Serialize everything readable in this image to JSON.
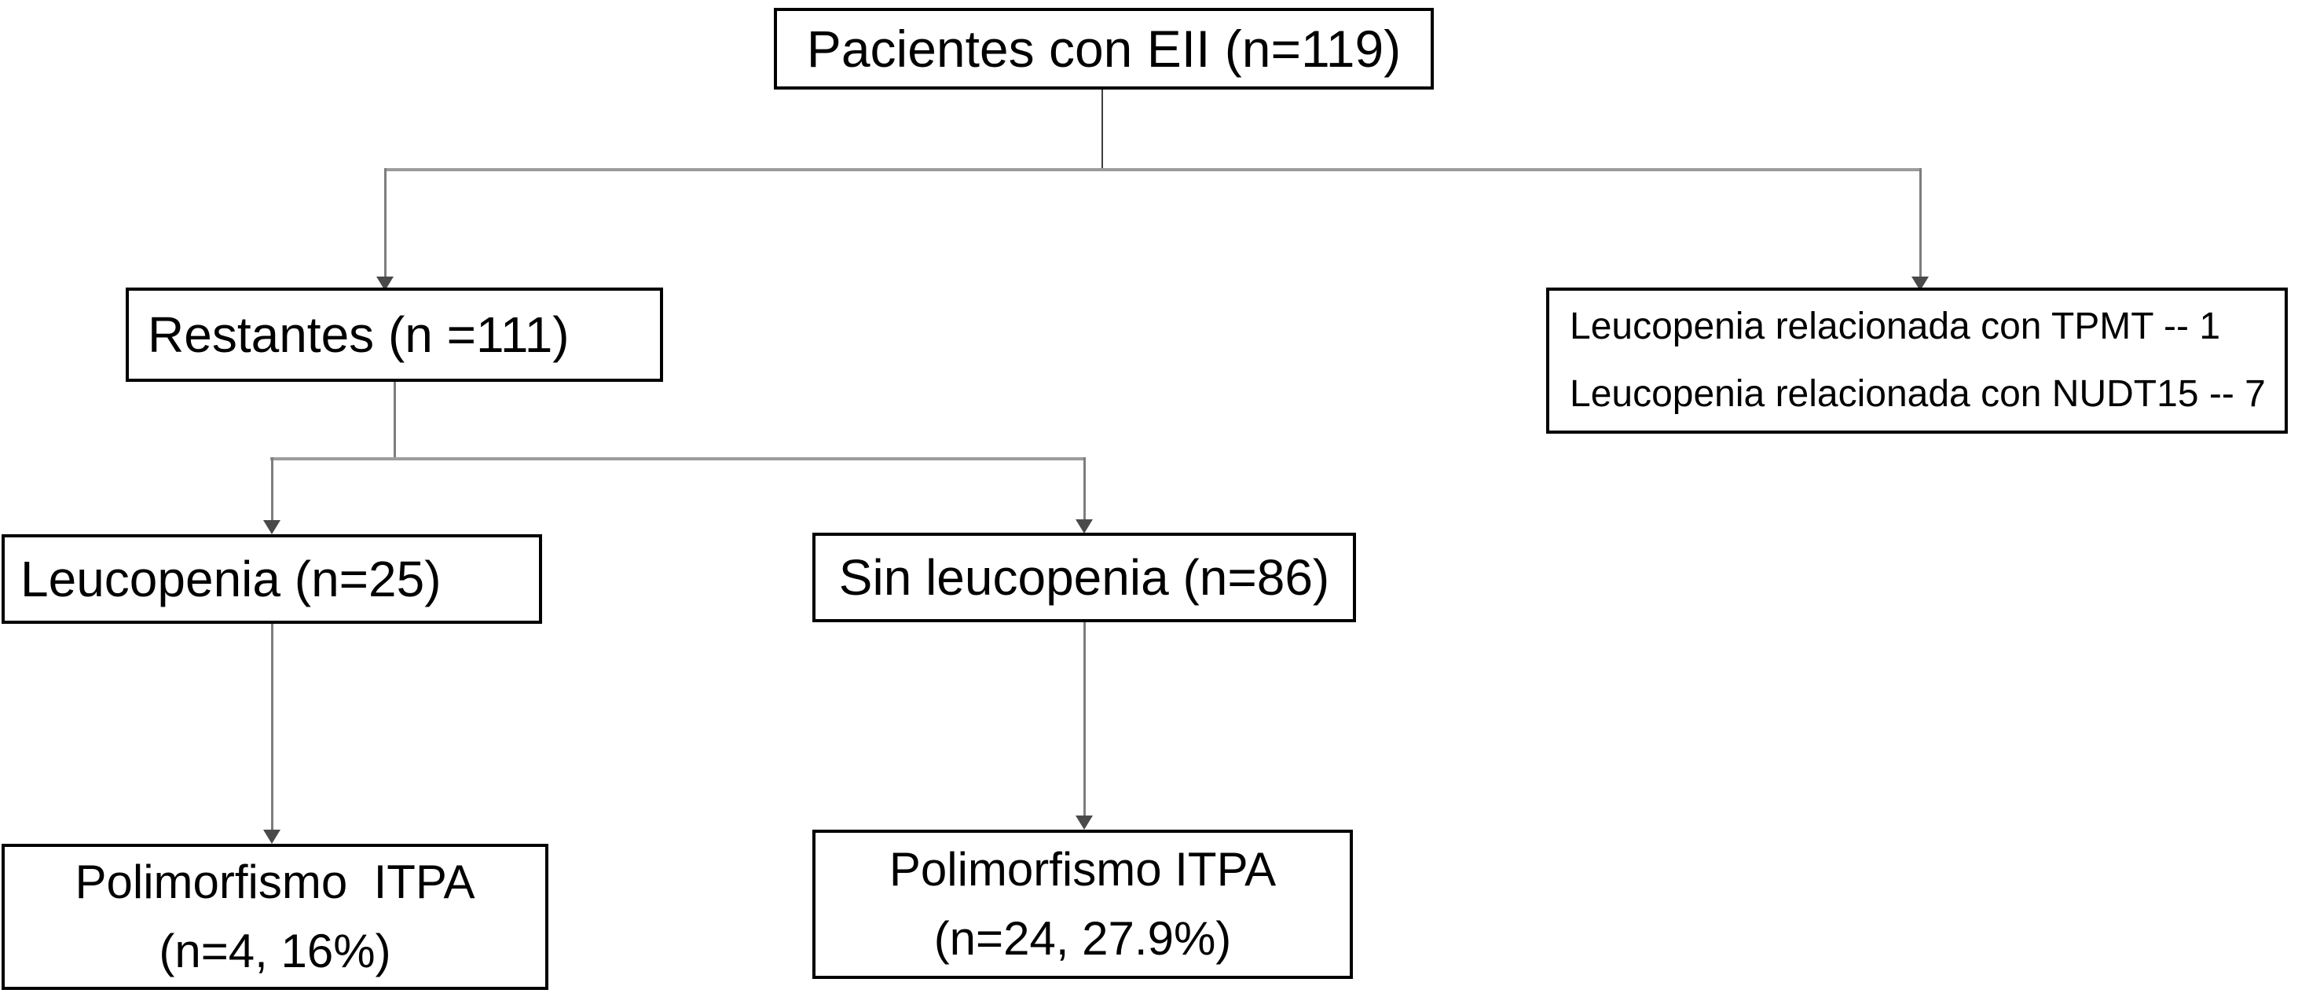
{
  "figure": {
    "type": "flowchart",
    "language": "es",
    "colors": {
      "background": "#ffffff",
      "box_border": "#000000",
      "text": "#000000",
      "connector": "#9c9c9c",
      "line": "#7d7d7d",
      "arrow": "#4a4a4a"
    }
  },
  "nodes": {
    "root": {
      "label": "Pacientes con EII (n=119)",
      "n": 119
    },
    "restantes": {
      "label": "Restantes (n =111)",
      "n": 111
    },
    "related_leucopenia": {
      "line1": "Leucopenia relacionada con TPMT -- 1",
      "line2": "Leucopenia relacionada con NUDT15 -- 7",
      "tpmt_n": 1,
      "nudt15_n": 7
    },
    "leucopenia": {
      "label": "Leucopenia (n=25)",
      "n": 25
    },
    "sin_leucopenia": {
      "label": "Sin leucopenia (n=86)",
      "n": 86
    },
    "itpa_leucopenia": {
      "line1": "Polimorfismo  ITPA",
      "line2": "(n=4, 16%)",
      "n": 4,
      "pct": "16%"
    },
    "itpa_sin_leucopenia": {
      "line1": "Polimorfismo ITPA",
      "line2": "(n=24, 27.9%)",
      "n": 24,
      "pct": "27.9%"
    }
  },
  "edges": [
    "root -> restantes",
    "root -> related_leucopenia",
    "restantes -> leucopenia",
    "restantes -> sin_leucopenia",
    "leucopenia -> itpa_leucopenia",
    "sin_leucopenia -> itpa_sin_leucopenia"
  ]
}
